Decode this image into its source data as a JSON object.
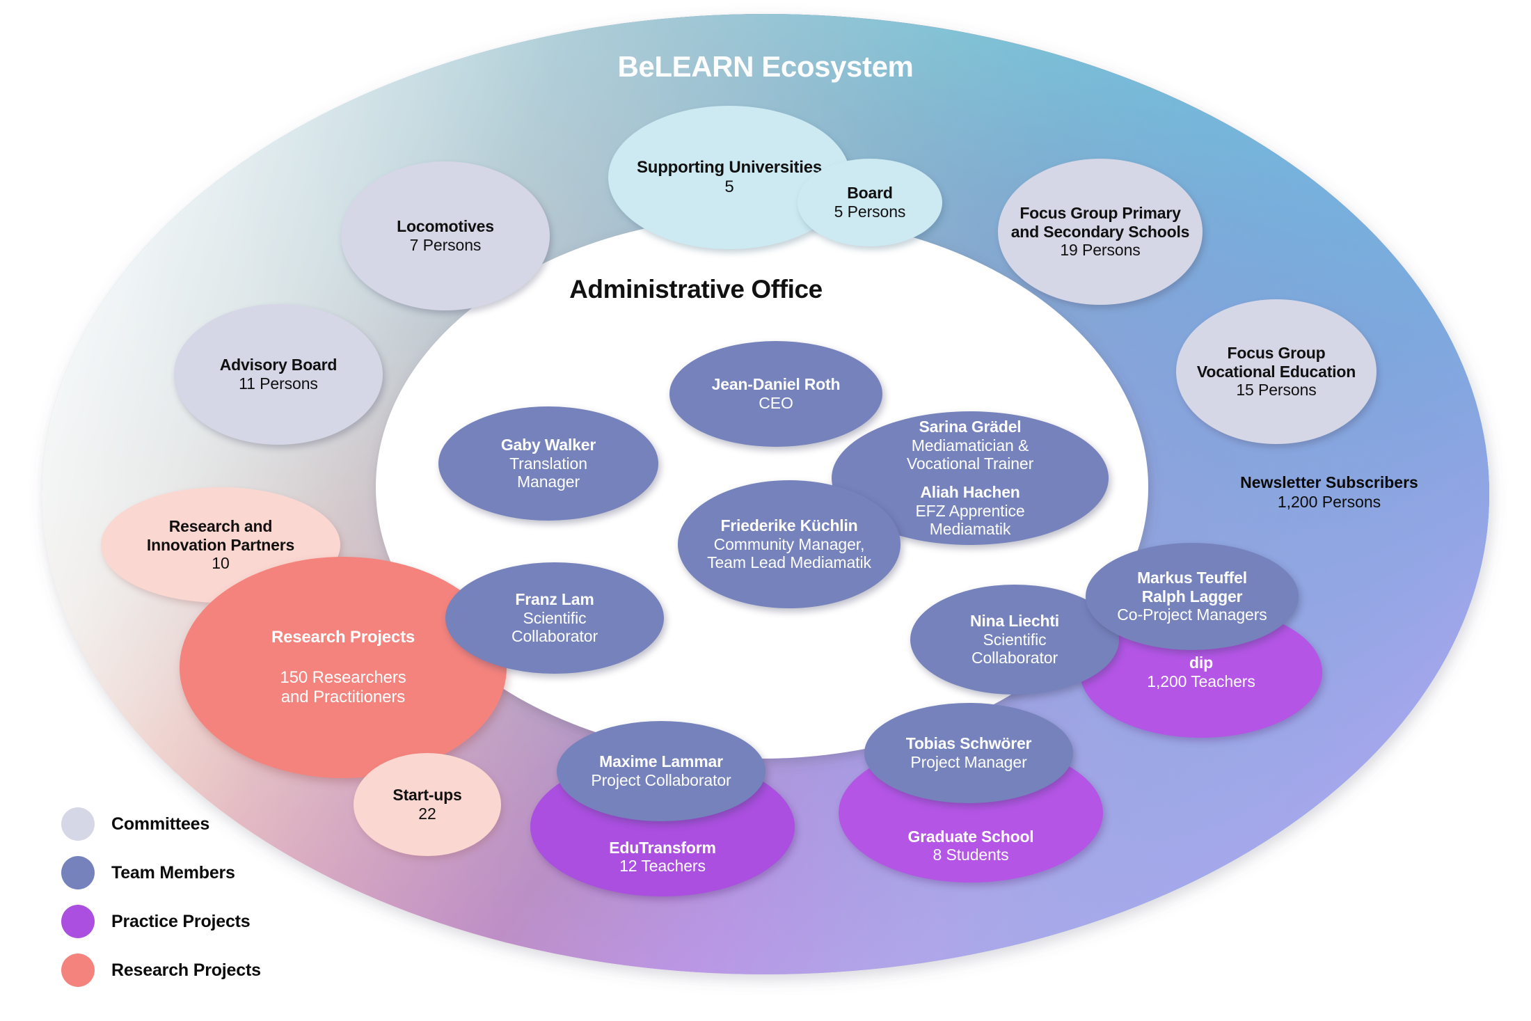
{
  "titles": {
    "ecosystem": "BeLEARN Ecosystem",
    "administrative_office": "Administrative Office"
  },
  "colors": {
    "committees": "#d5d7e6",
    "team_members": "#7582bc",
    "practice_projects": "#ab4fe0",
    "research_projects": "#f4837d",
    "light_blue": "#cdeaf2",
    "pale_pink": "#fbd7d1",
    "ring_top_blue": "#2a7fb8",
    "ring_teal": "#45c6dc",
    "ring_lavender": "#b49ae8",
    "ring_magenta": "#a6358f",
    "ring_salmon": "#f4837d",
    "ring_cream": "#fbf0e8",
    "ring_pale_blue": "#e7eef6"
  },
  "committees": [
    {
      "name": "Locomotives",
      "count": "7 Persons"
    },
    {
      "name": "Advisory Board",
      "count": "11 Persons"
    },
    {
      "name": "Focus Group Primary\nand Secondary Schools",
      "count": "19 Persons"
    },
    {
      "name": "Focus Group\nVocational Education",
      "count": "15 Persons"
    }
  ],
  "committee_bubbles": {
    "locomotives": {
      "title": "Locomotives",
      "sub": "7 Persons"
    },
    "advisory_board": {
      "title": "Advisory Board",
      "sub": "11 Persons"
    },
    "focus_primary_1": "Focus Group Primary",
    "focus_primary_2": "and Secondary Schools",
    "focus_primary_sub": "19 Persons",
    "focus_vocational_1": "Focus Group",
    "focus_vocational_2": "Vocational Education",
    "focus_vocational_sub": "15 Persons"
  },
  "light_blue_bubbles": {
    "supporting_universities": {
      "title": "Supporting Universities",
      "sub": "5"
    },
    "board": {
      "title": "Board",
      "sub": "5 Persons"
    }
  },
  "team_members": {
    "jean_daniel_roth": {
      "name": "Jean-Daniel Roth",
      "role": "CEO"
    },
    "gaby_walker": {
      "name": "Gaby Walker",
      "role_1": "Translation",
      "role_2": "Manager"
    },
    "friederike_kuechlin": {
      "name": "Friederike Küchlin",
      "role_1": "Community Manager,",
      "role_2": "Team Lead Mediamatik"
    },
    "sarina_graedel": {
      "name": "Sarina Grädel",
      "role_1": "Mediamatician &",
      "role_2": "Vocational Trainer"
    },
    "aliah_hachen": {
      "name": "Aliah Hachen",
      "role_1": "EFZ Apprentice",
      "role_2": "Mediamatik"
    },
    "franz_lam": {
      "name": "Franz Lam",
      "role_1": "Scientific",
      "role_2": "Collaborator"
    },
    "nina_liechti": {
      "name": "Nina Liechti",
      "role_1": "Scientific",
      "role_2": "Collaborator"
    },
    "markus_ralph": {
      "name_1": "Markus Teuffel",
      "name_2": "Ralph Lagger",
      "role": "Co-Project Managers"
    },
    "maxime_lammar": {
      "name": "Maxime Lammar",
      "role": "Project Collaborator"
    },
    "tobias_schwoerer": {
      "name": "Tobias Schwörer",
      "role": "Project Manager"
    }
  },
  "practice_projects": {
    "dip": {
      "title": "dip",
      "sub": "1,200 Teachers"
    },
    "edutransform": {
      "title": "EduTransform",
      "sub": "12  Teachers"
    },
    "graduate_school": {
      "title": "Graduate School",
      "sub": "8 Students"
    }
  },
  "research_projects": {
    "research_projects": {
      "title": "Research Projects",
      "sub_1": "150 Researchers",
      "sub_2": "and Practitioners"
    },
    "research_partners": {
      "title_1": "Research and",
      "title_2": "Innovation Partners",
      "sub": "10"
    },
    "startups": {
      "title": "Start-ups",
      "sub": "22"
    }
  },
  "ring_labels": {
    "newsletter": {
      "title": "Newsletter Subscribers",
      "sub": "1,200 Persons"
    }
  },
  "legend": [
    {
      "label": "Committees",
      "color": "#d5d7e6"
    },
    {
      "label": "Team Members",
      "color": "#7582bc"
    },
    {
      "label": "Practice Projects",
      "color": "#ab4fe0"
    },
    {
      "label": "Research Projects",
      "color": "#f4837d"
    }
  ]
}
